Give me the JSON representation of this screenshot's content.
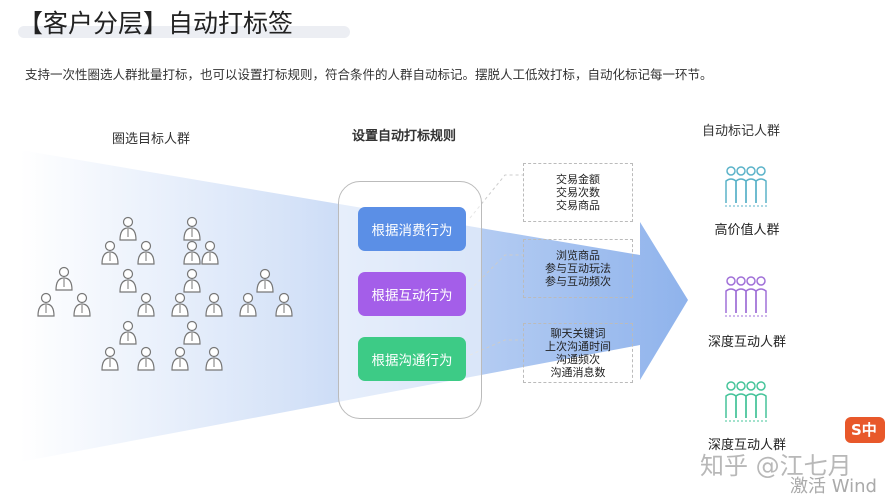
{
  "title": "【客户分层】自动打标签",
  "description": "支持一次性圈选人群批量打标，也可以设置打标规则，符合条件的人群自动标记。摆脱人工低效打标，自动化标记每一环节。",
  "left_heading": "圈选目标人群",
  "middle_heading": "设置自动打标规则",
  "right_heading": "自动标记人群",
  "rules": [
    {
      "label": "根据消费行为",
      "color": "#5b8fe6",
      "conditions": [
        "交易金额",
        "交易次数",
        "交易商品"
      ]
    },
    {
      "label": "根据互动行为",
      "color": "#a45ee9",
      "conditions": [
        "浏览商品",
        "参与互动玩法",
        "参与互动频次"
      ]
    },
    {
      "label": "根据沟通行为",
      "color": "#3dcb86",
      "conditions": [
        "聊天关键词",
        "上次沟通时间",
        "沟通频次",
        "沟通消息数"
      ]
    }
  ],
  "groups": [
    {
      "label": "高价值人群",
      "color": "#5bb3c9"
    },
    {
      "label": "深度互动人群",
      "color": "#a070d8"
    },
    {
      "label": "深度互动人群",
      "color": "#46c49a"
    }
  ],
  "watermark": "知乎 @江七月",
  "activation": "激活 Wind",
  "ime_badge": "S中"
}
